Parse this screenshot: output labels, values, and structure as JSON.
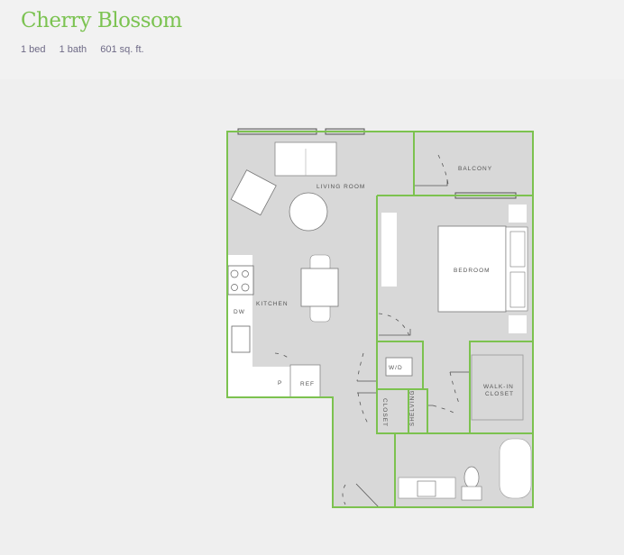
{
  "plan": {
    "name": "Cherry Blossom",
    "beds": "1 bed",
    "baths": "1 bath",
    "area": "601 sq. ft."
  },
  "colors": {
    "accent": "#7cc352",
    "wall": "#7cc24f",
    "floor": "#d8d8d8"
  },
  "rooms": {
    "living_room": "LIVING ROOM",
    "balcony": "BALCONY",
    "bedroom": "BEDROOM",
    "kitchen": "KITCHEN",
    "dw": "DW",
    "pantry": "P",
    "ref": "REF",
    "wd": "W/D",
    "closet": "CLOSET",
    "shelving": "SHELVING",
    "walk_in_1": "WALK-IN",
    "walk_in_2": "CLOSET"
  }
}
